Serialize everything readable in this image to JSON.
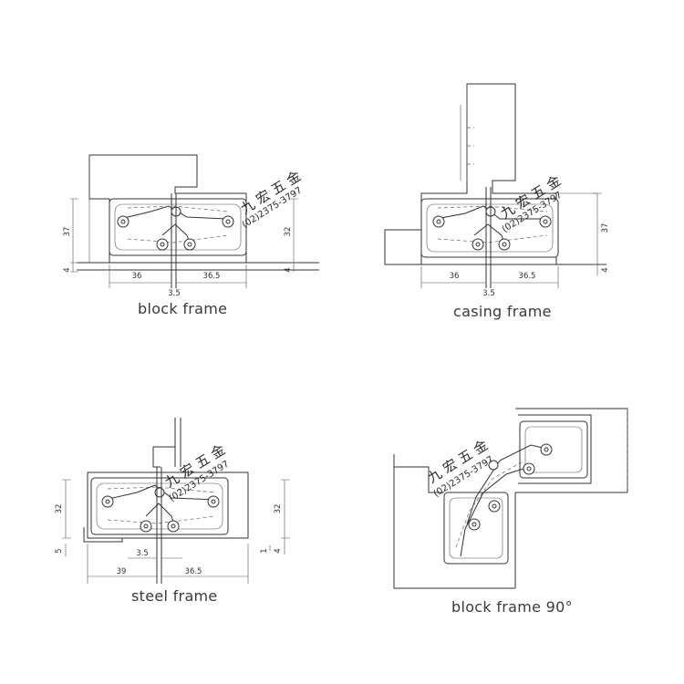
{
  "views": [
    {
      "caption": "block frame",
      "dims": {
        "height": "37",
        "left_width": "36",
        "right_width": "36.5",
        "gap": "3.5",
        "right_height": "32",
        "bottom_left": "4",
        "bottom_right": "4"
      }
    },
    {
      "caption": "casing frame",
      "dims": {
        "height": "37",
        "left_width": "36",
        "right_width": "36.5",
        "gap": "3.5",
        "bottom_right": "4"
      }
    },
    {
      "caption": "steel frame",
      "dims": {
        "left_height": "32",
        "right_height": "32",
        "left_width": "39",
        "right_width": "36.5",
        "gap": "3.5",
        "bottom_left": "5",
        "bottom_right": "4",
        "small": "1"
      }
    },
    {
      "caption": "block frame 90°"
    }
  ],
  "watermark": {
    "name": "九 宏 五 金",
    "phone": "(02)2375-3797"
  }
}
